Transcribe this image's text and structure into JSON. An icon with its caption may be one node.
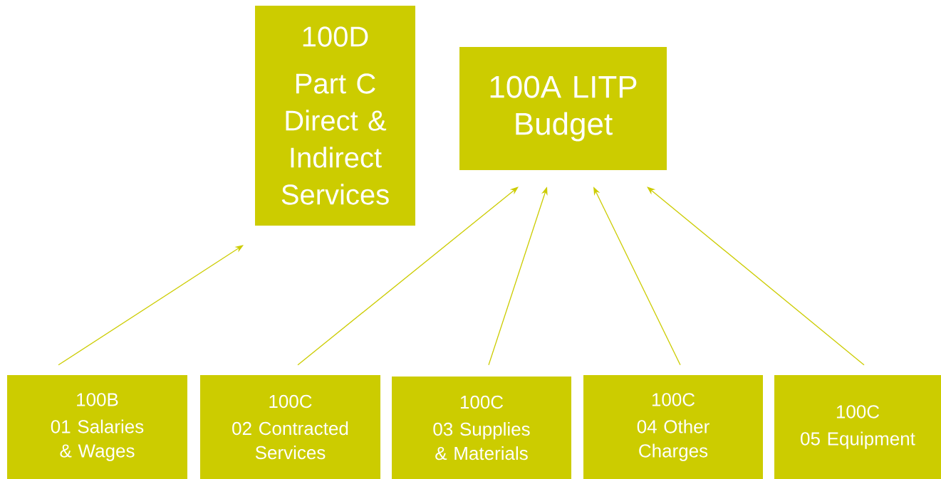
{
  "diagram": {
    "nodes": [
      {
        "text": [
          "100D",
          "Part C Direct & Indirect Services"
        ]
      },
      {
        "text": [
          "100A LITP Budget"
        ]
      },
      {
        "text": [
          "100B",
          "01 Salaries & Wages"
        ]
      },
      {
        "text": [
          "100C",
          "02 Contracted Services"
        ]
      },
      {
        "text": [
          "100C",
          "03 Supplies & Materials"
        ]
      },
      {
        "text": [
          "100C",
          "04 Other Charges"
        ]
      },
      {
        "text": [
          "100C",
          "05 Equipment"
        ]
      }
    ],
    "edges": [
      {
        "from": 2,
        "to": 0,
        "arrow": "to"
      },
      {
        "from": 3,
        "to": 1,
        "arrow": "to"
      },
      {
        "from": 4,
        "to": 1,
        "arrow": "to"
      },
      {
        "from": 5,
        "to": 1,
        "arrow": "to"
      },
      {
        "from": 6,
        "to": 1,
        "arrow": "to"
      }
    ]
  }
}
